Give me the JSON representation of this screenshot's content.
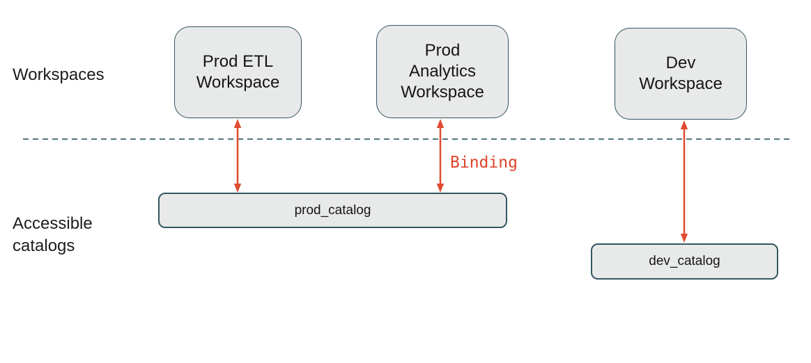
{
  "labels": {
    "workspaces": "Workspaces",
    "accessible_catalogs": "Accessible\ncatalogs",
    "binding": "Binding"
  },
  "workspaces": [
    {
      "label": "Prod ETL\nWorkspace"
    },
    {
      "label": "Prod\nAnalytics\nWorkspace"
    },
    {
      "label": "Dev\nWorkspace"
    }
  ],
  "catalogs": [
    {
      "label": "prod_catalog"
    },
    {
      "label": "dev_catalog"
    }
  ],
  "colors": {
    "box_fill": "#e8e9e9",
    "box_border": "#325562",
    "arrow": "#e04b31",
    "binding_text": "#de452b",
    "divider": "#51747f",
    "text": "#151515",
    "bg": "#ffffff"
  }
}
